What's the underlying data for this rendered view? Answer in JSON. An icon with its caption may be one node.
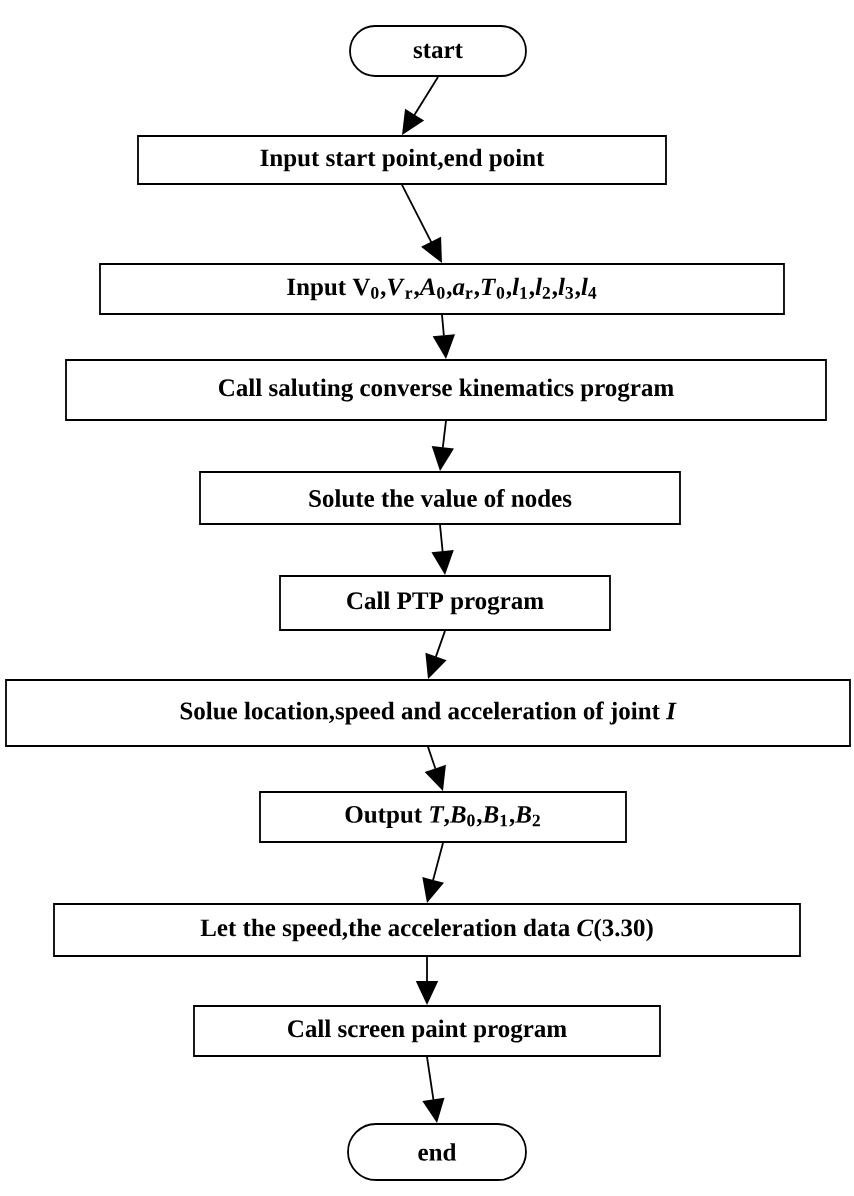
{
  "diagram": {
    "nodes": [
      {
        "text": [
          "start"
        ]
      },
      {
        "text": [
          "Input start point,end point"
        ]
      },
      {
        "text": [
          "Input V$_{0}$,*V*$_{r}$,*A*$_{0}$,*a*$_{r}$,*T*$_{0}$,*l*$_{1}$,*l*$_{2}$,*l*$_{3}$,*l*$_{4}$"
        ]
      },
      {
        "text": [
          "Call saluting converse kinematics program"
        ]
      },
      {
        "text": [
          "Solute the value of nodes"
        ]
      },
      {
        "text": [
          "Call PTP program"
        ]
      },
      {
        "text": [
          "Solue location,speed and acceleration of joint *I*"
        ]
      },
      {
        "text": [
          "Output *T*,*B*$_{0}$,*B*$_{1}$,*B*$_{2}$"
        ]
      },
      {
        "text": [
          "Let the speed,the acceleration data *C*(3.30)"
        ]
      },
      {
        "text": [
          "Call screen paint program"
        ]
      },
      {
        "text": [
          "end"
        ]
      }
    ],
    "edges": [
      {
        "from": 0,
        "to": 1,
        "arrow": "to"
      },
      {
        "from": 1,
        "to": 2,
        "arrow": "to"
      },
      {
        "from": 2,
        "to": 3,
        "arrow": "to"
      },
      {
        "from": 3,
        "to": 4,
        "arrow": "to"
      },
      {
        "from": 4,
        "to": 5,
        "arrow": "to"
      },
      {
        "from": 5,
        "to": 6,
        "arrow": "to"
      },
      {
        "from": 6,
        "to": 7,
        "arrow": "to"
      },
      {
        "from": 7,
        "to": 8,
        "arrow": "to"
      },
      {
        "from": 8,
        "to": 9,
        "arrow": "to"
      },
      {
        "from": 9,
        "to": 10,
        "arrow": "to"
      }
    ]
  }
}
